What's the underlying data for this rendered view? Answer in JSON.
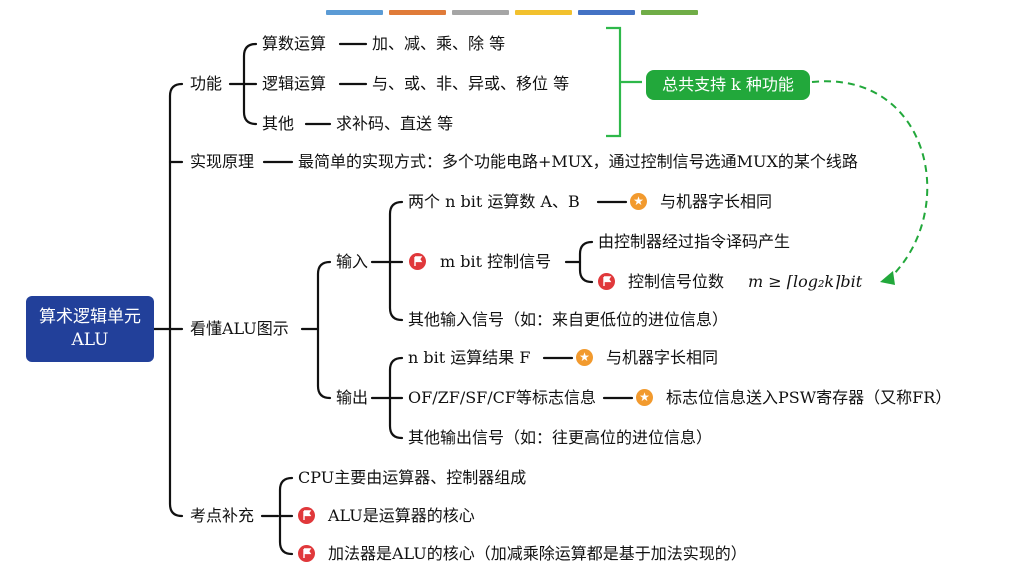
{
  "color_bars": [
    "#5b9bd5",
    "#e07b39",
    "#a5a5a5",
    "#f2c12e",
    "#4472c4",
    "#70ad47"
  ],
  "root": {
    "line1": "算术逻辑单元",
    "line2": "ALU"
  },
  "function": {
    "label": "功能",
    "arith_label": "算数运算",
    "arith_items": "加、减、乘、除 等",
    "logic_label": "逻辑运算",
    "logic_items": "与、或、非、异或、移位 等",
    "other_label": "其他",
    "other_items": "求补码、直送 等",
    "callout": "总共支持 k 种功能"
  },
  "principle": {
    "label": "实现原理",
    "text": "最简单的实现方式：多个功能电路+MUX，通过控制信号选通MUX的某个线路"
  },
  "diagram": {
    "label": "看懂ALU图示",
    "input": {
      "label": "输入",
      "operands": "两个 n bit 运算数 A、B",
      "operands_note": "与机器字长相同",
      "control": "m bit 控制信号",
      "control_source": "由控制器经过指令译码产生",
      "control_bits_label": "控制信号位数",
      "formula": "m ≥ ⌈log₂k⌉bit",
      "other": "其他输入信号（如：来自更低位的进位信息）"
    },
    "output": {
      "label": "输出",
      "result": "n bit 运算结果 F",
      "result_note": "与机器字长相同",
      "flags": "OF/ZF/SF/CF等标志信息",
      "flags_note": "标志位信息送入PSW寄存器（又称FR）",
      "other": "其他输出信号（如：往更高位的进位信息）"
    }
  },
  "supplement": {
    "label": "考点补充",
    "item1": "CPU主要由运算器、控制器组成",
    "item2": "ALU是运算器的核心",
    "item3": "加法器是ALU的核心（加减乘除运算都是基于加法实现的）"
  }
}
